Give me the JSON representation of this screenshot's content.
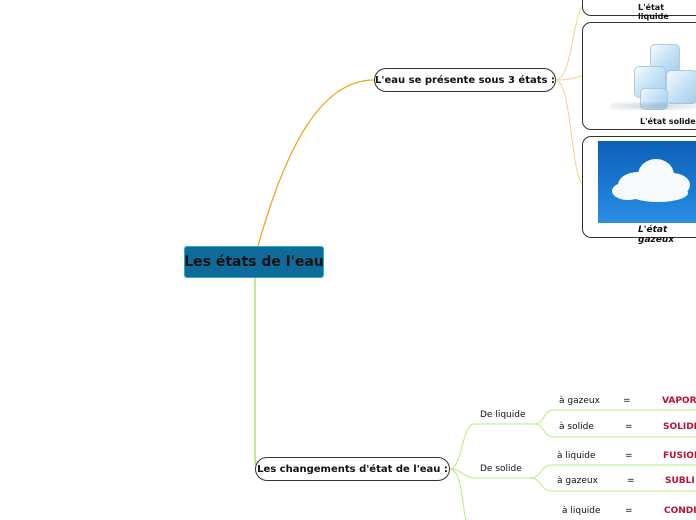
{
  "root": {
    "label": "Les états de l'eau"
  },
  "topics": {
    "etats": {
      "label": "L'eau se présente sous 3 états :",
      "cards": [
        {
          "caption": "L'état liquide"
        },
        {
          "caption": "L'état solide"
        },
        {
          "caption": "L'état gazeux"
        }
      ]
    },
    "changements": {
      "label": "Les changements d'état de l'eau :",
      "groups": [
        {
          "label": "De liquide",
          "items": [
            {
              "to": "à gazeux",
              "eq": "=",
              "result": "VAPOR"
            },
            {
              "to": "à solide",
              "eq": "=",
              "result": "SOLIDI"
            }
          ]
        },
        {
          "label": "De solide",
          "items": [
            {
              "to": "à liquide",
              "eq": "=",
              "result": "FUSION"
            },
            {
              "to": "à gazeux",
              "eq": "=",
              "result": "SUBLI"
            }
          ]
        },
        {
          "label": "",
          "items": [
            {
              "to": "à liquide",
              "eq": "=",
              "result": "CONDI"
            }
          ]
        }
      ]
    }
  },
  "colors": {
    "branch_top": "#f5a623",
    "branch_bottom": "#9fe05a",
    "root_fill": "#0f6c9a",
    "result_text": "#b5123a"
  }
}
